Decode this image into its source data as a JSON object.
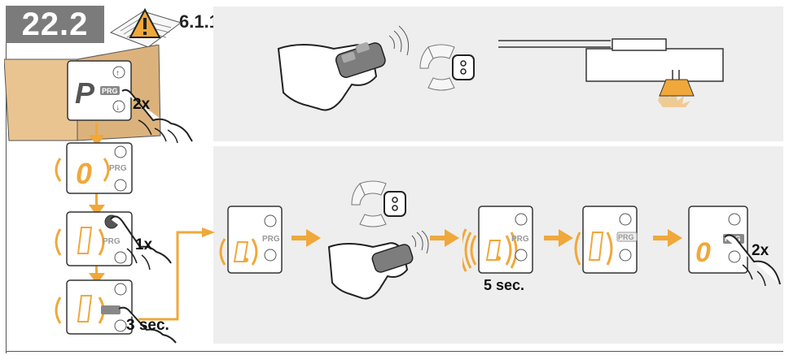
{
  "step_number": "22.2",
  "manual_reference": "6.1.1",
  "prg_label": "PRG",
  "display_p": "P",
  "display_0": "0",
  "press_twice_top": "2x",
  "press_once": "1x",
  "hold_3_sec": "3 sec.",
  "wait_5_sec": "5 sec.",
  "press_twice_end": "2x",
  "colors": {
    "accent_orange": "#f0a83a",
    "panel_gray": "#eeeeee",
    "badge_gray": "#7b7b7b"
  }
}
